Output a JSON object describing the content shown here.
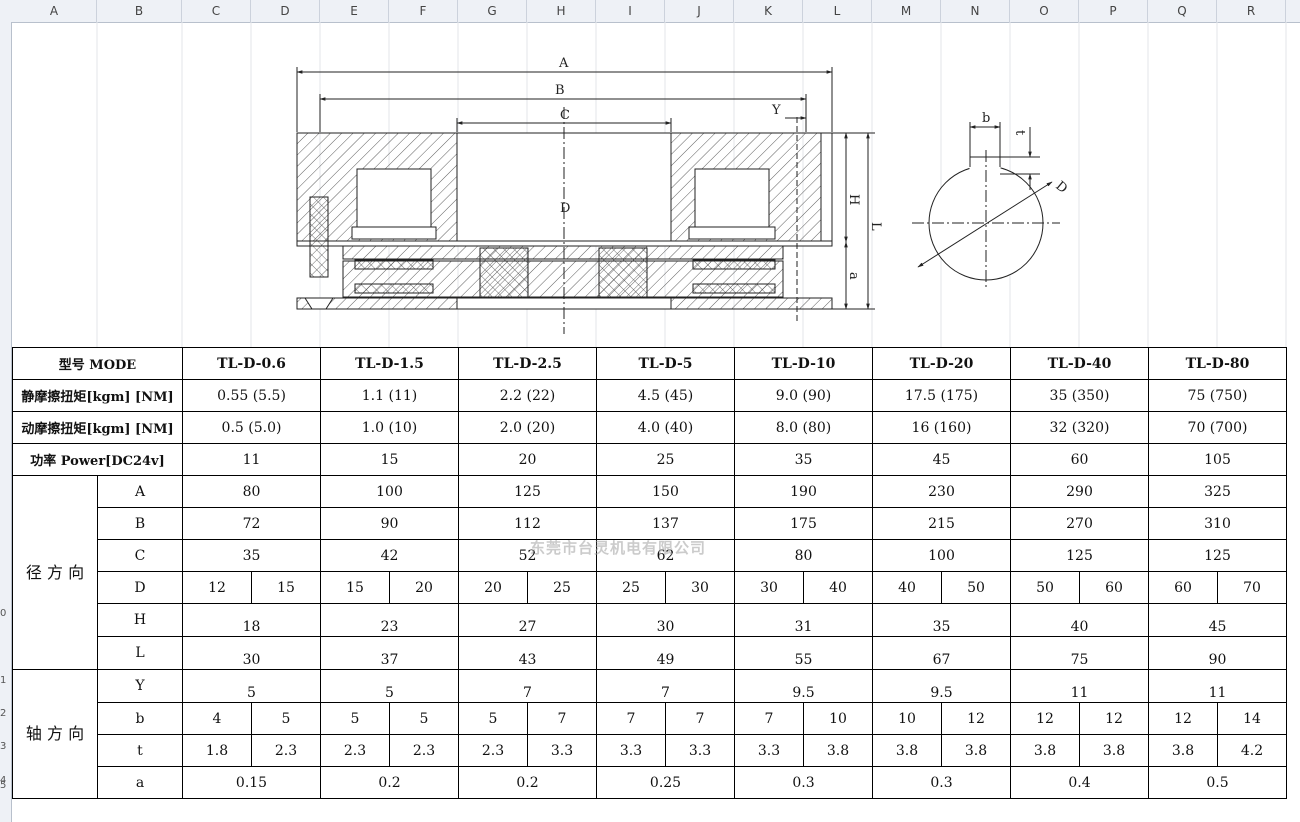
{
  "sheet": {
    "columns": [
      "A",
      "B",
      "C",
      "D",
      "E",
      "F",
      "G",
      "H",
      "I",
      "J",
      "K",
      "L",
      "M",
      "N",
      "O",
      "P",
      "Q",
      "R"
    ],
    "row_numbers": [
      "0",
      "1",
      "2",
      "3",
      "4",
      "5"
    ]
  },
  "drawing": {
    "dim_labels": [
      "A",
      "B",
      "C",
      "D",
      "Y",
      "H",
      "L",
      "a"
    ],
    "keyway_labels": [
      "b",
      "t",
      "D"
    ]
  },
  "table": {
    "model_label": "型号 MODE",
    "models": [
      "TL-D-0.6",
      "TL-D-1.5",
      "TL-D-2.5",
      "TL-D-5",
      "TL-D-10",
      "TL-D-20",
      "TL-D-40",
      "TL-D-80"
    ],
    "static_torque_label": "静摩擦扭矩[kgm] [NM]",
    "static_torque": [
      "0.55 (5.5)",
      "1.1 (11)",
      "2.2 (22)",
      "4.5 (45)",
      "9.0 (90)",
      "17.5 (175)",
      "35 (350)",
      "75 (750)"
    ],
    "dynamic_torque_label": "动摩擦扭矩[kgm] [NM]",
    "dynamic_torque": [
      "0.5 (5.0)",
      "1.0 (10)",
      "2.0 (20)",
      "4.0 (40)",
      "8.0 (80)",
      "16 (160)",
      "32 (320)",
      "70 (700)"
    ],
    "power_label": "功率 Power[DC24v]",
    "power": [
      "11",
      "15",
      "20",
      "25",
      "35",
      "45",
      "60",
      "105"
    ],
    "radial_group_label": "径 方 向",
    "axial_group_label": "轴 方 向",
    "A_label": "A",
    "A": [
      "80",
      "100",
      "125",
      "150",
      "190",
      "230",
      "290",
      "325"
    ],
    "B_label": "B",
    "B": [
      "72",
      "90",
      "112",
      "137",
      "175",
      "215",
      "270",
      "310"
    ],
    "C_label": "C",
    "C": [
      "35",
      "42",
      "52",
      "62",
      "80",
      "100",
      "125",
      "125"
    ],
    "D_label": "D",
    "D": [
      "12",
      "15",
      "15",
      "20",
      "20",
      "25",
      "25",
      "30",
      "30",
      "40",
      "40",
      "50",
      "50",
      "60",
      "60",
      "70"
    ],
    "H_label": "H",
    "H": [
      "18",
      "23",
      "27",
      "30",
      "31",
      "35",
      "40",
      "45"
    ],
    "L_label": "L",
    "L": [
      "30",
      "37",
      "43",
      "49",
      "55",
      "67",
      "75",
      "90"
    ],
    "Y_label": "Y",
    "Y": [
      "5",
      "5",
      "7",
      "7",
      "9.5",
      "9.5",
      "11",
      "11"
    ],
    "b_label": "b",
    "b": [
      "4",
      "5",
      "5",
      "5",
      "5",
      "7",
      "7",
      "7",
      "7",
      "10",
      "10",
      "12",
      "12",
      "12",
      "12",
      "14"
    ],
    "t_label": "t",
    "t": [
      "1.8",
      "2.3",
      "2.3",
      "2.3",
      "2.3",
      "3.3",
      "3.3",
      "3.3",
      "3.3",
      "3.8",
      "3.8",
      "3.8",
      "3.8",
      "3.8",
      "3.8",
      "4.2"
    ],
    "a_label": "a",
    "a": [
      "0.15",
      "0.2",
      "0.2",
      "0.25",
      "0.3",
      "0.3",
      "0.4",
      "0.5"
    ]
  },
  "watermark": "东莞市台灵机电有限公司"
}
